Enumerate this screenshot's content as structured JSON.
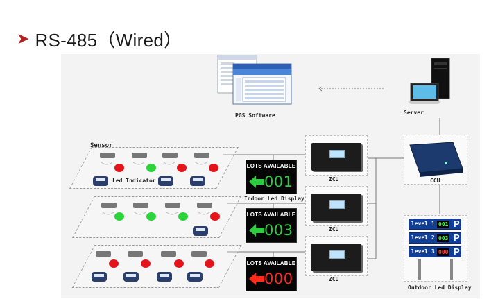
{
  "heading": {
    "bullet_icon": "arrow-bullet-icon",
    "text": "RS-485（Wired）"
  },
  "labels": {
    "pgs_software": "PGS Software",
    "server": "Server",
    "sensor": "Sensor",
    "led_indicator": "Led Indicator",
    "indoor_led_display": "Indoor Led Display",
    "ccu": "CCU",
    "outdoor_led_display": "Outdoor Led Display",
    "zcu": "ZCU"
  },
  "indoor_displays": [
    {
      "title": "LOTS AVAILABLE",
      "count": "001",
      "color": "#2ecc40"
    },
    {
      "title": "LOTS AVAILABLE",
      "count": "003",
      "color": "#2ecc40"
    },
    {
      "title": "LOTS AVAILABLE",
      "count": "000",
      "color": "#ff2a1a"
    }
  ],
  "outdoor_display": [
    {
      "level": "level 1",
      "count": "001",
      "color": "#4cff4c"
    },
    {
      "level": "level 2",
      "count": "003",
      "color": "#4cff4c"
    },
    {
      "level": "level 3",
      "count": "000",
      "color": "#ff3b3b"
    }
  ],
  "outdoor_display_symbol": "P",
  "indicator_colors": {
    "row1": [
      "red",
      "green",
      "red",
      "red"
    ],
    "row2": [
      "green",
      "green",
      "green",
      "red"
    ],
    "row3": [
      "red",
      "red",
      "red",
      "red"
    ]
  }
}
